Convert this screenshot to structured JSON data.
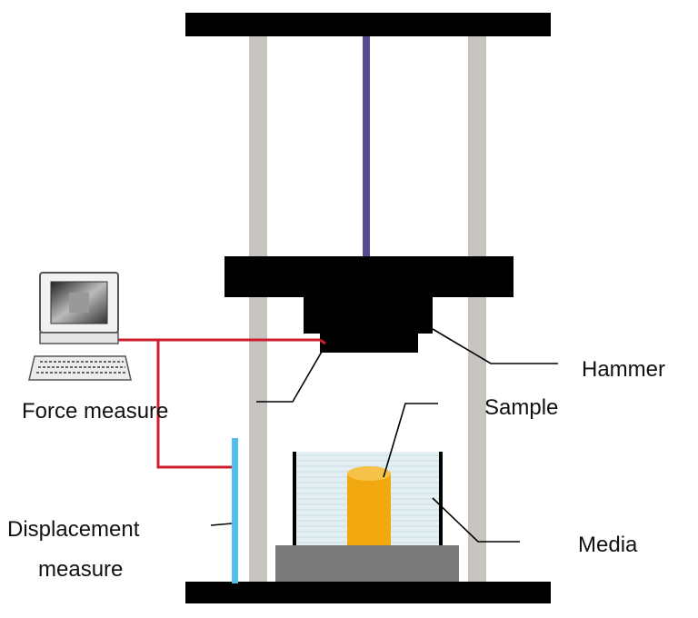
{
  "labels": {
    "hammer": "Hammer",
    "sample": "Sample",
    "force_measure": "Force measure",
    "displacement_line1": "Displacement",
    "displacement_line2": "measure",
    "media": "Media"
  },
  "icons": {
    "computer": "computer-terminal-icon"
  },
  "colors": {
    "frame": "#000000",
    "column": "#c8c4c0",
    "rod": "#5a4a8f",
    "signal_wire": "#cc1f2e",
    "displacement_sensor": "#53bfea",
    "sample": "#f2a80f",
    "media": "#e3eff2",
    "base_plate": "#7a7a7a"
  }
}
